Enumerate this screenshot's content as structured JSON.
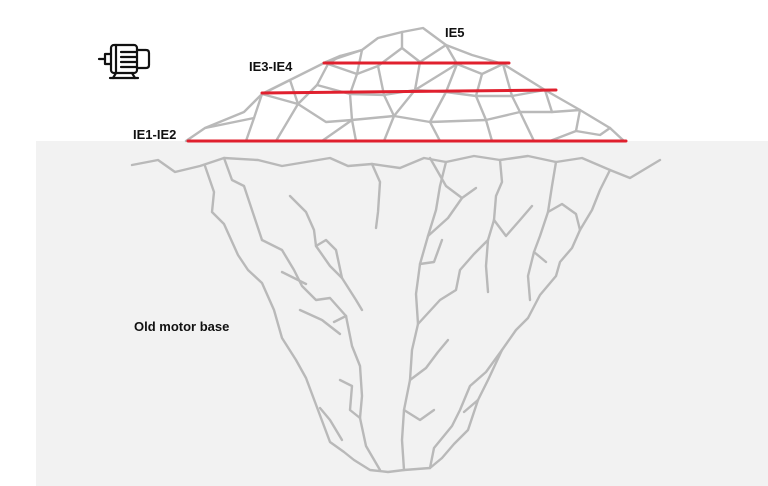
{
  "labels": {
    "tier_top": "IE5",
    "tier_middle": "IE3-IE4",
    "tier_bottom": "IE1-IE2",
    "underwater": "Old motor base"
  },
  "icons": {
    "motor": "motor-icon"
  },
  "colors": {
    "water": "#f2f2f2",
    "ice_lines": "#b9b9b9",
    "tier_lines": "#e0202e",
    "icon": "#111111",
    "text": "#111111"
  }
}
